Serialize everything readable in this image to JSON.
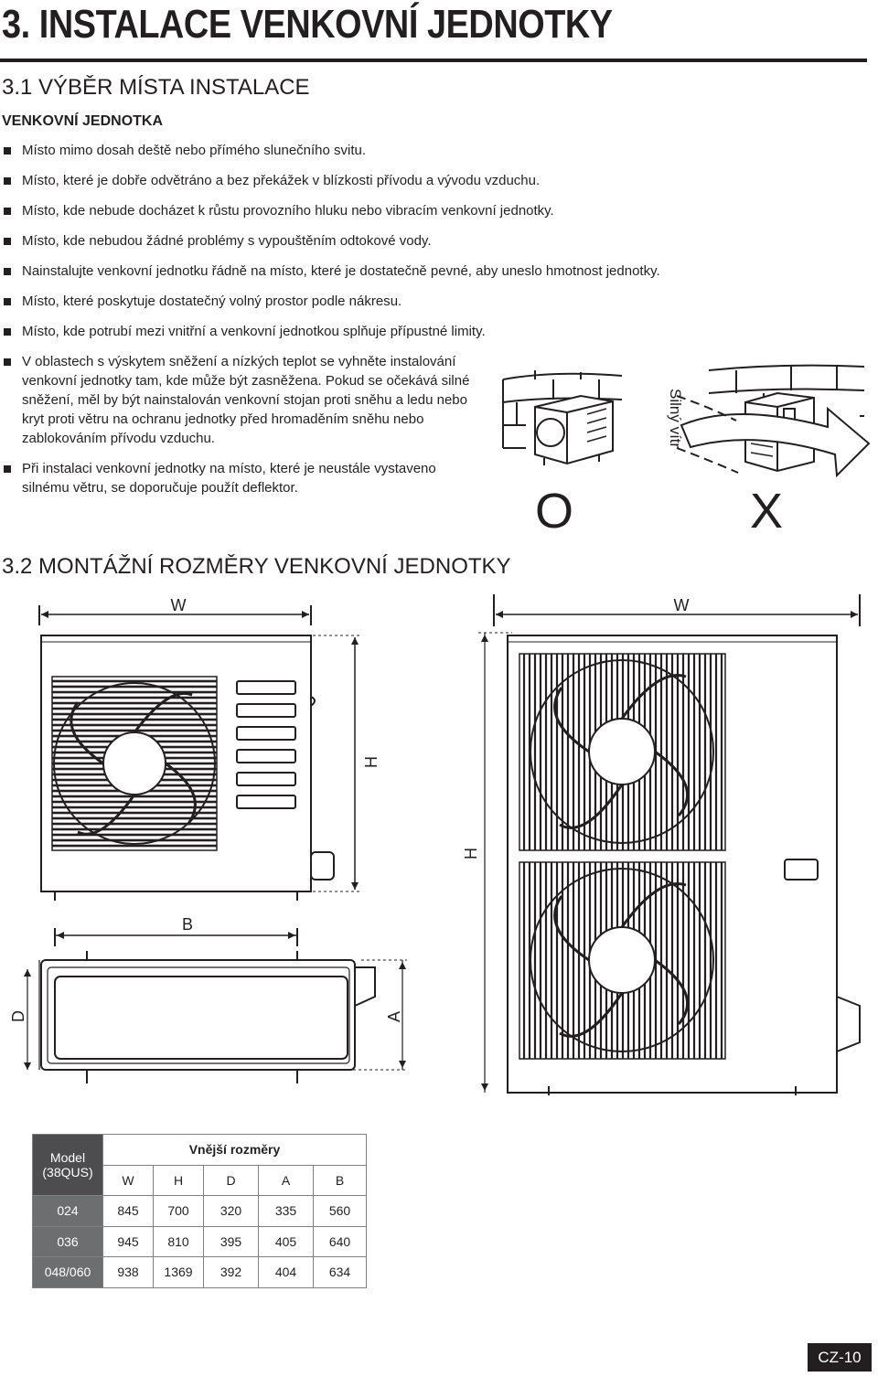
{
  "section": {
    "title": "3. INSTALACE VENKOVNÍ JEDNOTKY"
  },
  "sub1": {
    "title": "3.1 VÝBĚR MÍSTA INSTALACE",
    "heading": "VENKOVNÍ JEDNOTKA",
    "bullets": [
      "Místo mimo dosah deště nebo přímého slunečního svitu.",
      "Místo, které je dobře odvětráno a bez překážek v blízkosti přívodu a vývodu vzduchu.",
      "Místo, kde nebude docházet k růstu provozního hluku nebo vibracím venkovní jednotky.",
      "Místo, kde nebudou žádné problémy s vypouštěním odtokové vody.",
      "Nainstalujte venkovní jednotku řádně na místo, které je dostatečně pevné, aby uneslo hmotnost jednotky.",
      "Místo, které poskytuje dostatečný volný prostor podle nákresu.",
      "Místo, kde potrubí mezi vnitřní a venkovní jednotkou splňuje přípustné limity.",
      "V oblastech s výskytem sněžení a nízkých teplot se vyhněte instalování venkovní jednotky tam, kde může být zasněžena. Pokud se očekává silné sněžení, měl by být nainstalován venkovní stojan proti sněhu a ledu nebo kryt proti větru na ochranu jednotky před hromaděním sněhu nebo zablokováním přívodu vzduchu.",
      "Při instalaci venkovní jednotky na místo, které je neustále vystaveno silnému větru, se doporučuje použít deflektor."
    ],
    "figure": {
      "wind_label": "Silný vítr",
      "ok_mark": "O",
      "bad_mark": "X"
    }
  },
  "sub2": {
    "title": "3.2 MONTÁŽNÍ ROZMĚRY VENKOVNÍ JEDNOTKY",
    "labels": {
      "W": "W",
      "H": "H",
      "B": "B",
      "D": "D",
      "A": "A"
    }
  },
  "table": {
    "model_header": "Model (38QUS)",
    "group_header": "Vnější rozměry",
    "columns": [
      "W",
      "H",
      "D",
      "A",
      "B"
    ],
    "rows": [
      {
        "model": "024",
        "values": [
          "845",
          "700",
          "320",
          "335",
          "560"
        ]
      },
      {
        "model": "036",
        "values": [
          "945",
          "810",
          "395",
          "405",
          "640"
        ]
      },
      {
        "model": "048/060",
        "values": [
          "938",
          "1369",
          "392",
          "404",
          "634"
        ]
      }
    ]
  },
  "page_number": "CZ-10"
}
